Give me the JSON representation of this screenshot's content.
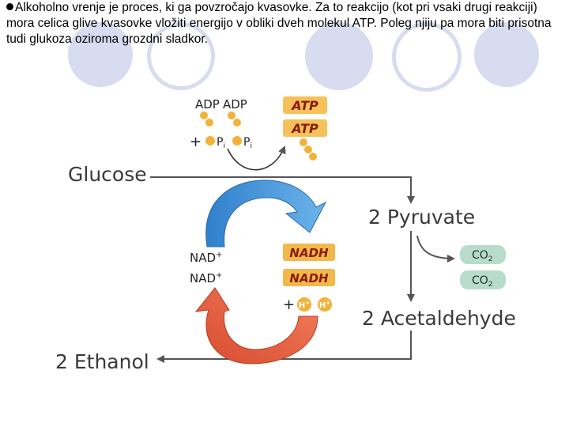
{
  "caption": "Alkoholno vrenje je proces, ki ga povzročajo kvasovke. Za to reakcijo (kot pri vsaki drugi reakciji) mora celica glive kvasovke vložiti energijo v obliki dveh molekul ATP. Poleg njiju pa mora biti prisotna tudi glukoza oziroma grozdni sladkor.",
  "diagram": {
    "glucose": "Glucose",
    "pyruvate": "2 Pyruvate",
    "acetaldehyde": "2 Acetaldehyde",
    "ethanol": "2 Ethanol",
    "adp_1": "ADP",
    "adp_2": "ADP",
    "plus_1": "+",
    "pi_1": "P",
    "pi_1_sub": "i",
    "pi_2": "P",
    "pi_2_sub": "i",
    "atp_1": "ATP",
    "atp_2": "ATP",
    "nad_1": "NAD",
    "nad_1_sup": "+",
    "nad_2": "NAD",
    "nad_2_sup": "+",
    "nadh_1": "NADH",
    "nadh_2": "NADH",
    "plus_2": "+",
    "h_1": "H",
    "h_1_sup": "+",
    "h_2": "H",
    "h_2_sup": "+",
    "co2_1": "CO",
    "co2_1_sub": "2",
    "co2_2": "CO",
    "co2_2_sub": "2"
  },
  "colors": {
    "background_rings": "#d8dcf0",
    "blue_arrow": "#3f8fd6",
    "red_arrow": "#e0563a",
    "atp_box": "#f6c15a",
    "nadh_box": "#f2b84a",
    "co2_box": "#b8dccb",
    "phosphate": "#f2b23a",
    "pathway_line": "#555555"
  }
}
